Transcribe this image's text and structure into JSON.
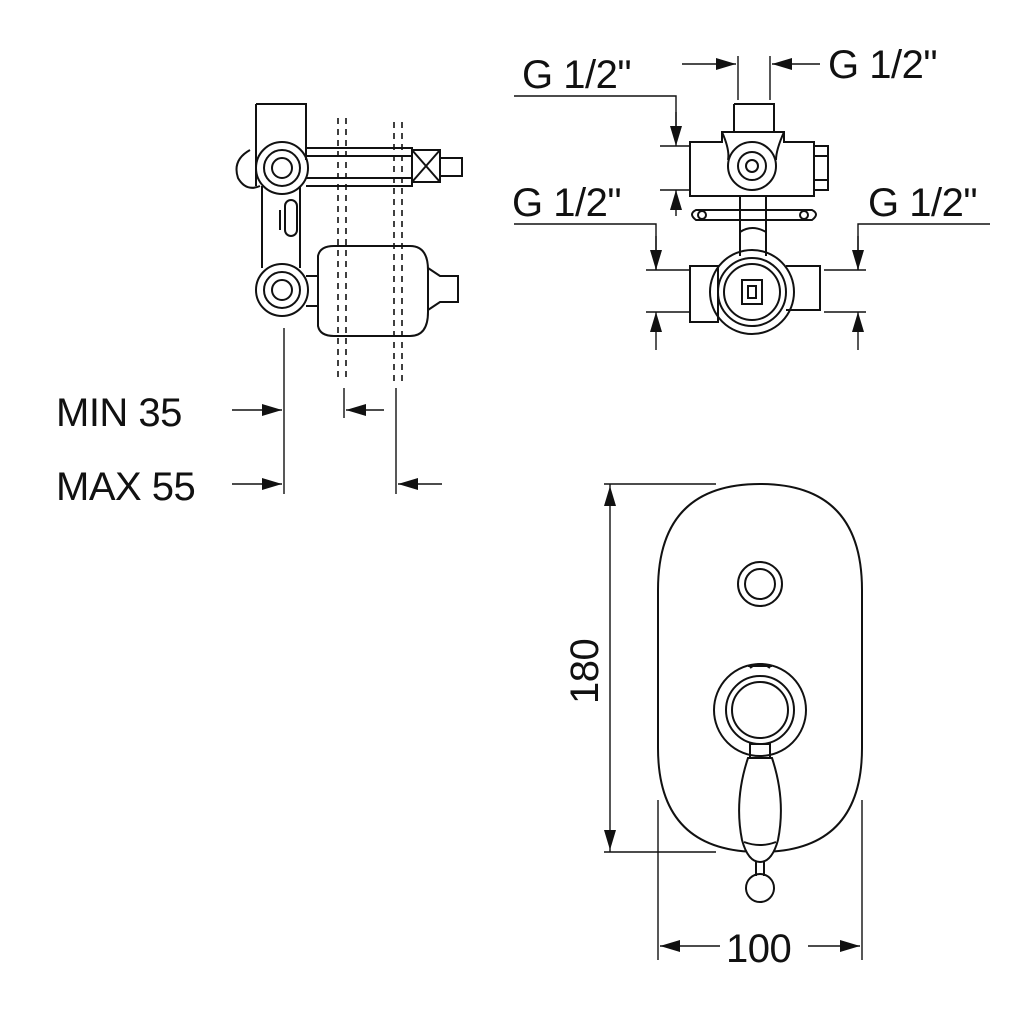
{
  "labels": {
    "thread_top_left": "G 1/2\"",
    "thread_top_right": "G 1/2\"",
    "thread_mid_left": "G 1/2\"",
    "thread_mid_right": "G 1/2\"",
    "min_depth": "MIN 35",
    "max_depth": "MAX 55",
    "plate_height": "180",
    "plate_width": "100"
  }
}
